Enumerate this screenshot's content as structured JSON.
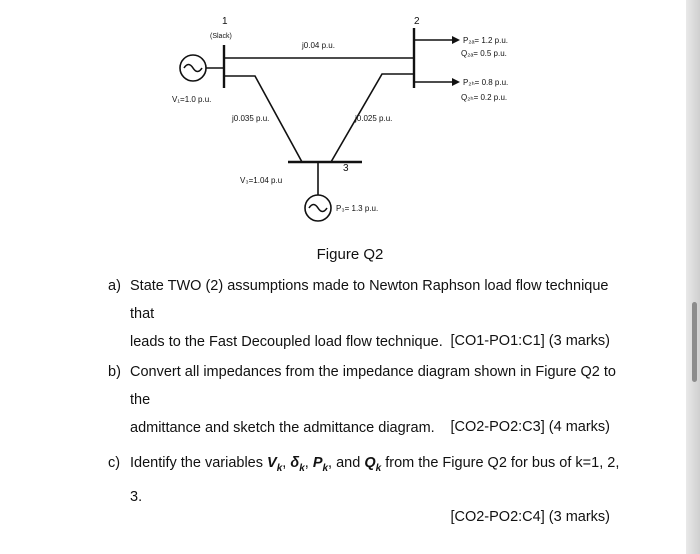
{
  "figure": {
    "caption": "Figure Q2",
    "bus1": {
      "number": "1",
      "type": "(Slack)",
      "voltage": "V₁=1.0 p.u."
    },
    "bus2": {
      "number": "2",
      "p_a": "P₂ₐ= 1.2 p.u.",
      "q_a": "Q₂ₐ= 0.5 p.u.",
      "p_b": "P₂ₕ= 0.8 p.u.",
      "q_b": "Q₂ₕ= 0.2 p.u."
    },
    "bus3": {
      "number": "3",
      "voltage": "V₃=1.04 p.u",
      "power": "P₃= 1.3 p.u."
    },
    "lines": {
      "line12": "j0.04 p.u.",
      "line13": "j0.035 p.u.",
      "line23": "j0.025 p.u."
    }
  },
  "questions": [
    {
      "label": "a)",
      "line1": "State TWO (2) assumptions made to Newton Raphson load flow technique that",
      "line2": "leads to the Fast Decoupled load flow technique.",
      "marks": "[CO1-PO1:C1] (3 marks)"
    },
    {
      "label": "b)",
      "line1": "Convert all impedances from the impedance diagram shown in Figure Q2 to the",
      "line2": "admittance and sketch the admittance diagram.",
      "marks": "[CO2-PO2:C3] (4 marks)"
    },
    {
      "label": "c)",
      "prefix": "Identify the variables",
      "var_v": "V",
      "var_d": "δ",
      "var_p": "P",
      "var_q": "Q",
      "sub": "k",
      "comma": ",",
      "and_word": "and",
      "suffix": "from the Figure Q2 for bus of k=1, 2,",
      "line2": "3.",
      "marks": "[CO2-PO2:C4] (3 marks)"
    }
  ]
}
